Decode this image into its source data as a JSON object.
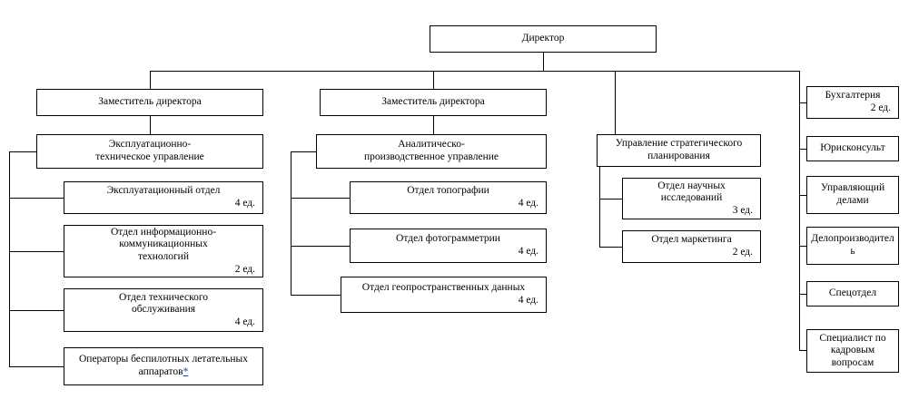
{
  "diagram": {
    "director": {
      "label": "Директор"
    },
    "left": {
      "deputy": "Заместитель директора",
      "division": "Эксплуатационно-\nтехническое управление",
      "departments": [
        {
          "label": "Эксплуатационный отдел",
          "count": "4 ед."
        },
        {
          "label": "Отдел информационно-\nкоммуникационных\nтехнологий",
          "count": "2 ед."
        },
        {
          "label": "Отдел технического\nобслуживания",
          "count": "4 ед."
        },
        {
          "label": "Операторы беспилотных летательных\nаппаратов",
          "footnote": "*"
        }
      ]
    },
    "middle": {
      "deputy": "Заместитель директора",
      "division": "Аналитическо-\nпроизводственное управление",
      "departments": [
        {
          "label": "Отдел топографии",
          "count": "4 ед."
        },
        {
          "label": "Отдел фотограмметрии",
          "count": "4 ед."
        },
        {
          "label": "Отдел геопространственных данных",
          "count": "4 ед."
        }
      ]
    },
    "strategic": {
      "division": "Управление стратегического\nпланирования",
      "departments": [
        {
          "label": "Отдел научных\nисследований",
          "count": "3 ед."
        },
        {
          "label": "Отдел маркетинга",
          "count": "2 ед."
        }
      ]
    },
    "right_column": [
      {
        "label": "Бухгалтерия",
        "count": "2 ед."
      },
      {
        "label": "Юрисконсульт"
      },
      {
        "label": "Управляющий\nделами"
      },
      {
        "label": "Делопроизводитель"
      },
      {
        "label": "Спецотдел"
      },
      {
        "label": "Специалист по\nкадровым\nвопросам"
      }
    ]
  }
}
